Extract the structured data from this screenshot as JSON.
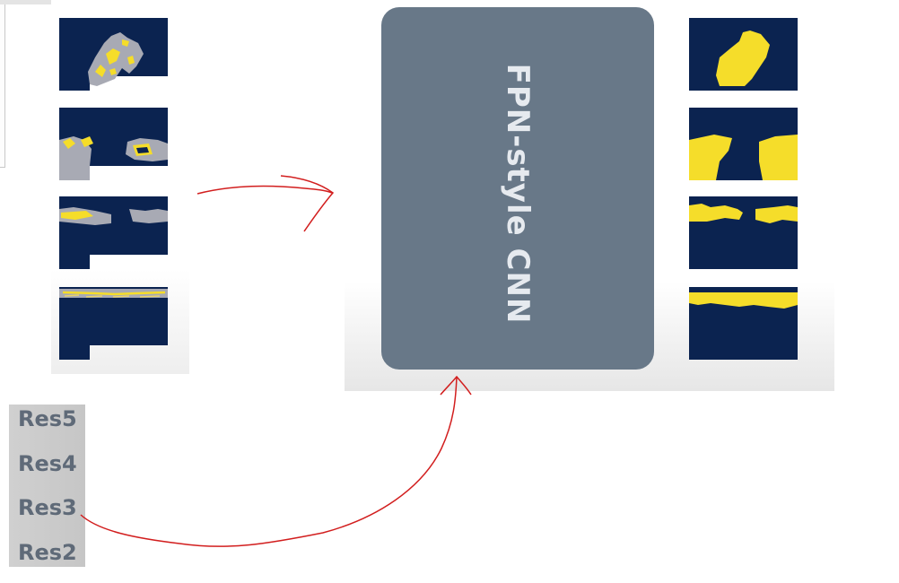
{
  "diagram": {
    "model_box_label": "FPN-style CNN",
    "resnet_stages": [
      "Res5",
      "Res4",
      "Res3",
      "Res2"
    ]
  },
  "colors": {
    "feature_map_background": "#0b2350",
    "activation_yellow": "#f5dd2a",
    "model_box_fill": "#687888",
    "annotation_ink": "#d21e1e"
  }
}
